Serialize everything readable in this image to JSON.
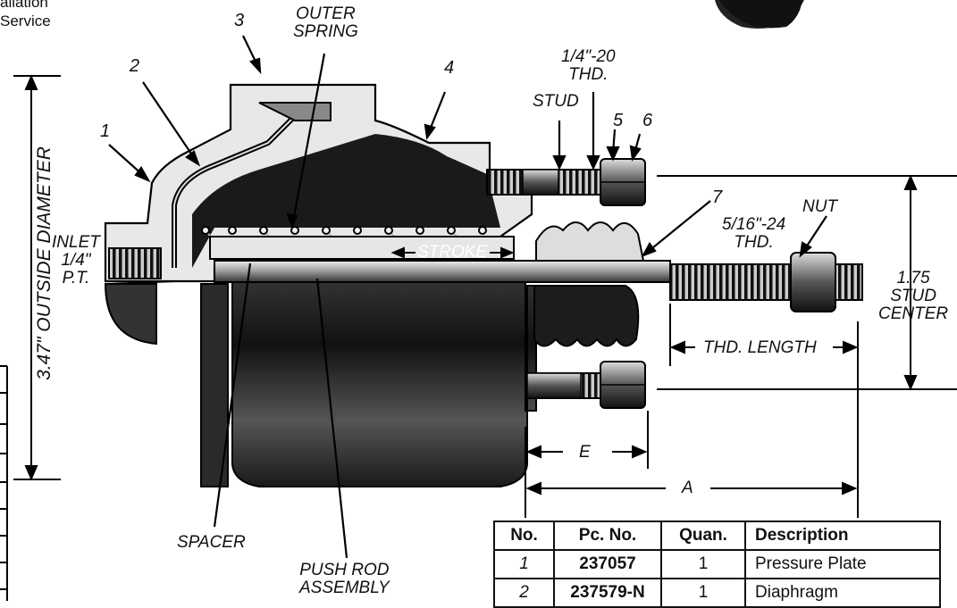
{
  "corner_text": [
    "allation",
    "Service"
  ],
  "callouts": {
    "n1": "1",
    "n2": "2",
    "n3": "3",
    "n4": "4",
    "n5": "5",
    "n6": "6",
    "n7": "7",
    "outer_spring": [
      "OUTER",
      "SPRING"
    ],
    "thread_quarter": [
      "1/4\"-20",
      "THD."
    ],
    "stud": "STUD",
    "thread_5_16": [
      "5/16\"-24",
      "THD."
    ],
    "nut": "NUT",
    "inlet": [
      "INLET",
      "1/4\"",
      "P.T."
    ],
    "stroke": "STROKE",
    "spacer": "SPACER",
    "push_rod": [
      "PUSH ROD",
      "ASSEMBLY"
    ]
  },
  "dimensions": {
    "outside_diameter": "3.47\" OUTSIDE DIAMETER",
    "stud_center": [
      "1.75",
      "STUD",
      "CENTER"
    ],
    "thd_length": "THD. LENGTH",
    "e": "E",
    "a": "A"
  },
  "parts_table": {
    "headers": [
      "No.",
      "Pc. No.",
      "Quan.",
      "Description"
    ],
    "rows": [
      [
        "1",
        "237057",
        "1",
        "Pressure Plate"
      ],
      [
        "2",
        "237579-N",
        "1",
        "Diaphragm"
      ]
    ]
  }
}
